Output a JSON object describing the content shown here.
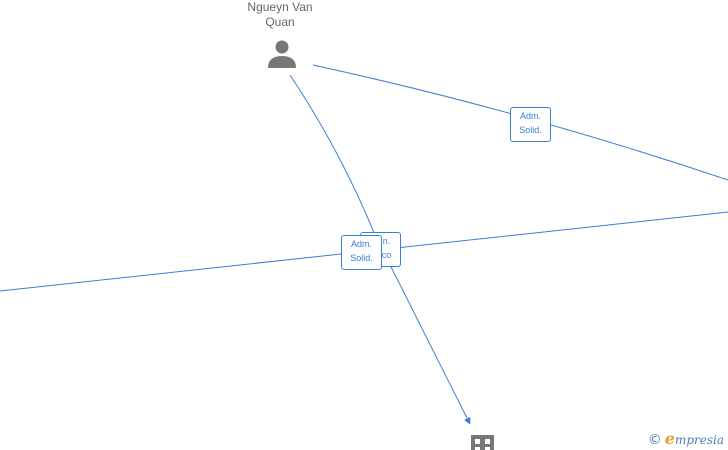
{
  "nodes": {
    "person": {
      "label_line1": "Ngueyn Van",
      "label_line2": "Quan",
      "icon": "person-icon"
    },
    "company": {
      "icon": "building-icon"
    }
  },
  "edges": [
    {
      "label_line1": "Adm.",
      "label_line2": "Solid."
    },
    {
      "label_line1": "Adm.",
      "label_line2": "Solid."
    },
    {
      "label_line1": "n.",
      "label_line2": "co"
    }
  ],
  "footer": {
    "copyright": "©",
    "brand_initial": "e",
    "brand_rest": "mpresia"
  },
  "colors": {
    "edge": "#3a7fd5",
    "icon": "#777777"
  }
}
